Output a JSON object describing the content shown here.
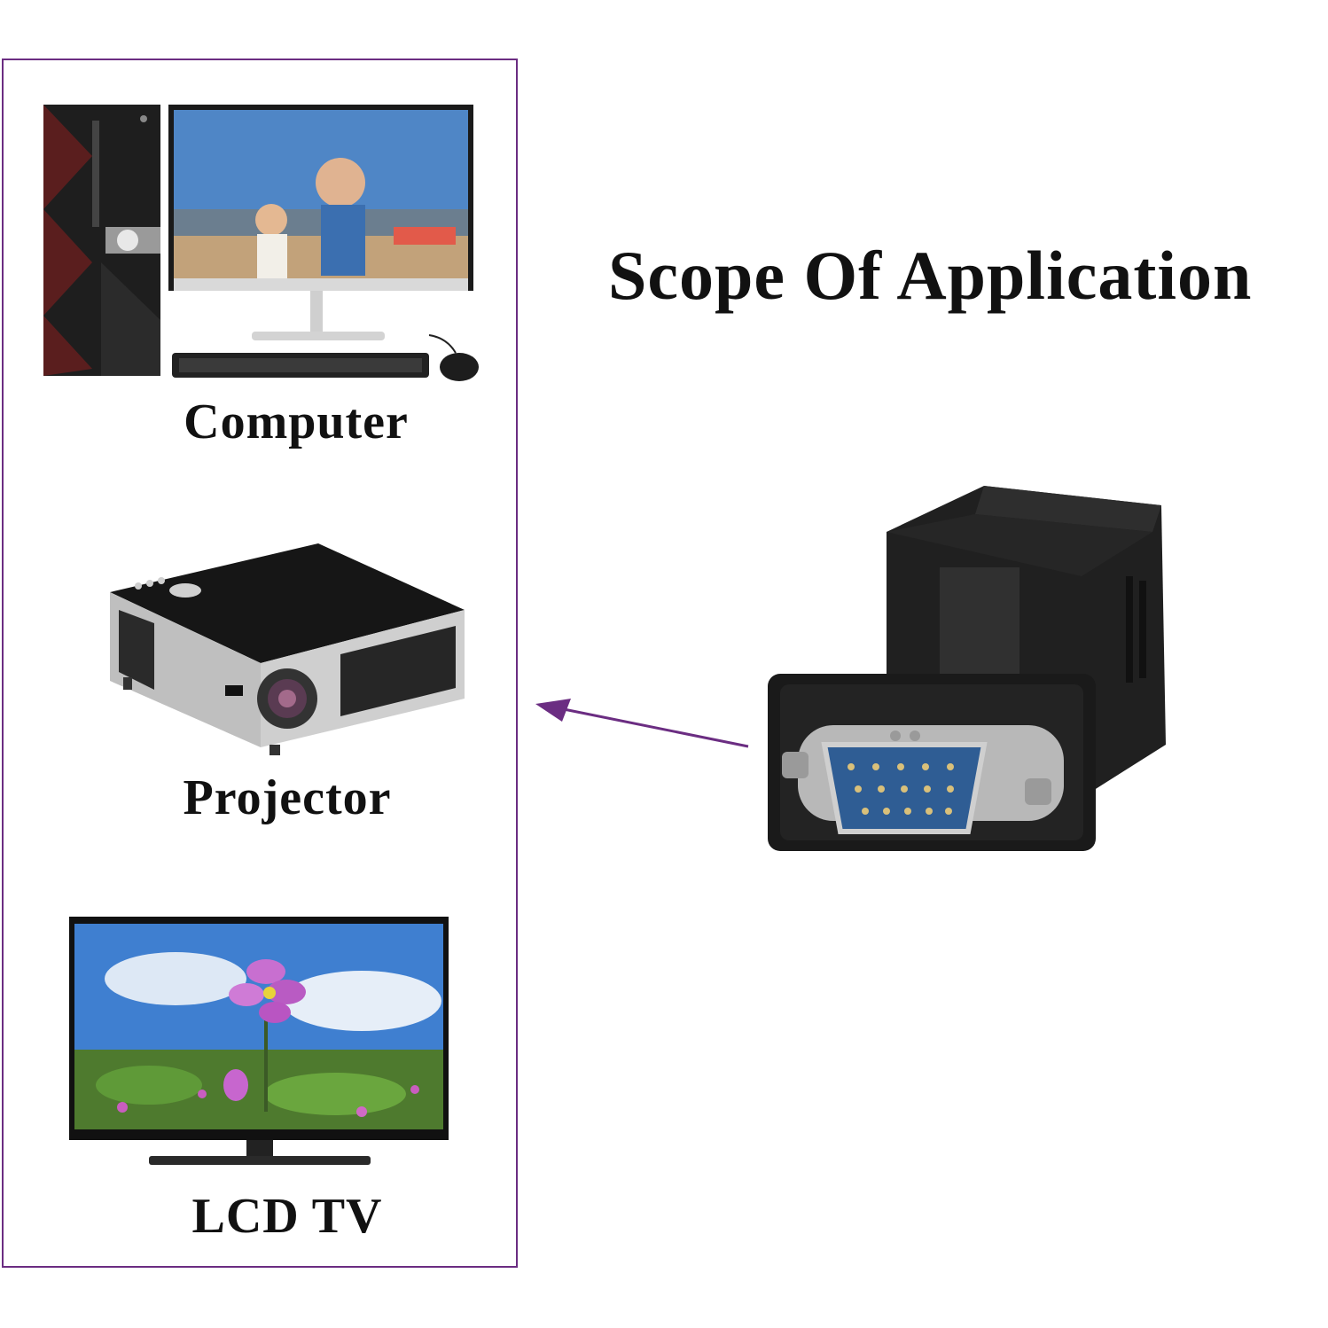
{
  "title": "Scope Of Application",
  "devices": [
    {
      "label": "Computer",
      "icon": "computer-icon"
    },
    {
      "label": "Projector",
      "icon": "projector-icon"
    },
    {
      "label": "LCD TV",
      "icon": "lcd-tv-icon"
    }
  ],
  "colors": {
    "frame": "#6b2d82",
    "arrow": "#6b2d82",
    "adapter_body": "#1c1c1c",
    "vga_plug": "#2f5d94"
  }
}
